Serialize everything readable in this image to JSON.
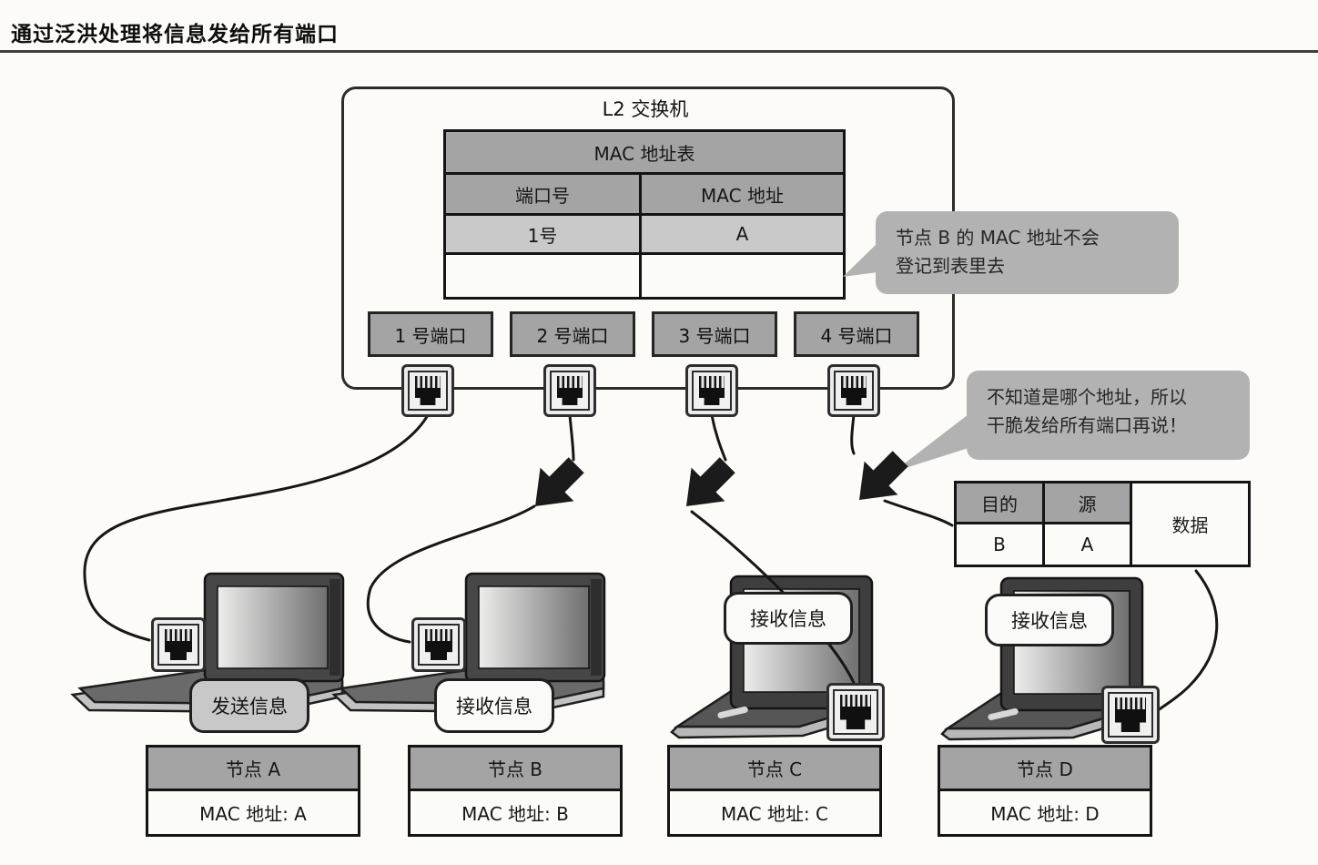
{
  "title": "通过泛洪处理将信息发给所有端口",
  "switch": {
    "label": "L2 交换机",
    "mac_table": {
      "title": "MAC 地址表",
      "columns": [
        "端口号",
        "MAC 地址"
      ],
      "rows": [
        [
          "1号",
          "A"
        ],
        [
          "",
          ""
        ]
      ]
    },
    "ports": [
      "1 号端口",
      "2 号端口",
      "3 号端口",
      "4 号端口"
    ]
  },
  "callouts": {
    "not_registered": {
      "lines": [
        "节点 B 的 MAC 地址不会",
        "登记到表里去"
      ]
    },
    "flood": {
      "lines": [
        "不知道是哪个地址，所以",
        "干脆发给所有端口再说！"
      ]
    }
  },
  "frame": {
    "headers": [
      "目的",
      "源"
    ],
    "values": [
      "B",
      "A"
    ],
    "data_label": "数据"
  },
  "nodes": [
    {
      "name": "节点 A",
      "mac": "MAC 地址: A",
      "action": "发送信息"
    },
    {
      "name": "节点 B",
      "mac": "MAC 地址: B",
      "action": "接收信息"
    },
    {
      "name": "节点 C",
      "mac": "MAC 地址: C",
      "action": "接收信息"
    },
    {
      "name": "节点 D",
      "mac": "MAC 地址: D",
      "action": "接收信息"
    }
  ],
  "icons": {
    "port_connector": "rj45-jack",
    "flood_arrow": "thick-black-arrow-down-left",
    "device": "laptop"
  },
  "colors": {
    "header_gray": "#a4a4a4",
    "row_gray": "#c9c9c9",
    "callout_gray": "#b2b2b2",
    "action_gray": "#c8c8c8",
    "cell_white": "#fbfbf8",
    "line_dark": "#141414",
    "background": "#fcfbf8"
  }
}
